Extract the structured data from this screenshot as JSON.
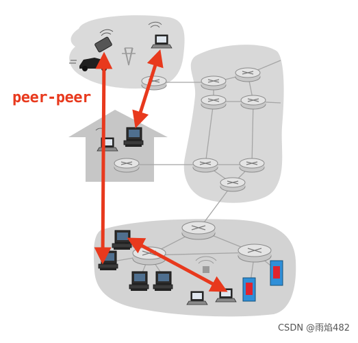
{
  "diagram": {
    "label": "peer-peer",
    "watermark": "CSDN @雨焰482",
    "colors": {
      "region_fill": "#d9d9d9",
      "region_fill_dark": "#cfcfcf",
      "house_fill": "#c4c4c4",
      "router_fill": "#dcdcdc",
      "router_stroke": "#8a8a8a",
      "link": "#a5a5a5",
      "arrow": "#e8391d",
      "server_body": "#2f8fd8",
      "server_red": "#e0232e"
    },
    "nodes": {
      "peers": [
        "cell-phone",
        "laptop",
        "desktop-pc"
      ],
      "icons": [
        "car-icon",
        "cell-tower-icon",
        "router-icon",
        "desktop-icon",
        "laptop-icon",
        "server-icon"
      ]
    }
  }
}
